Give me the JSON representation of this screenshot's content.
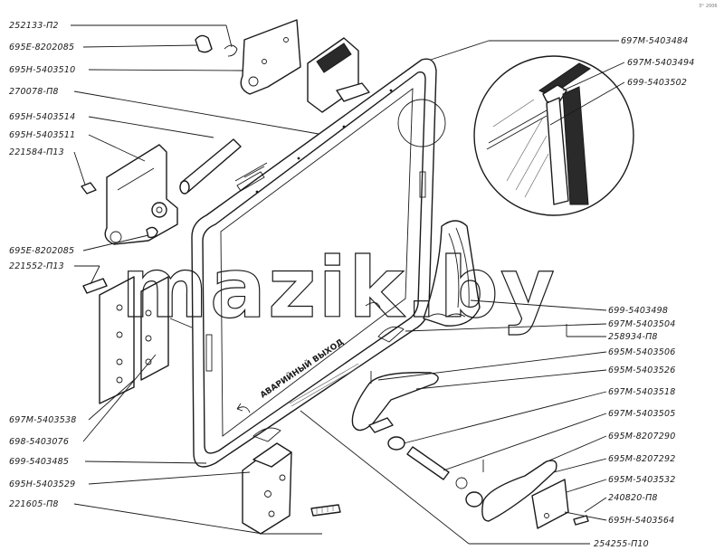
{
  "watermark": "mazik.by",
  "corner_mark": "3ᵐ 2006",
  "glass_inscription": "АВАРИЙНЫЙ ВЫХОД",
  "left_labels": [
    "252133-П2",
    "695E-8202085",
    "695H-5403510",
    "270078-П8",
    "695H-5403514",
    "695H-5403511",
    "221584-П13",
    "695E-8202085",
    "221552-П13",
    "697M-5403538",
    "698-5403076",
    "699-5403485",
    "695H-5403529",
    "221605-П8"
  ],
  "right_labels": [
    "697M-5403484",
    "697M-5403494",
    "699-5403502",
    "699-5403498",
    "697M-5403504",
    "258934-П8",
    "695M-5403506",
    "695M-5403526",
    "697M-5403518",
    "697M-5403505",
    "695M-8207290",
    "695M-8207292",
    "695M-5403532",
    "240820-П8",
    "695H-5403564",
    "254255-П10"
  ]
}
